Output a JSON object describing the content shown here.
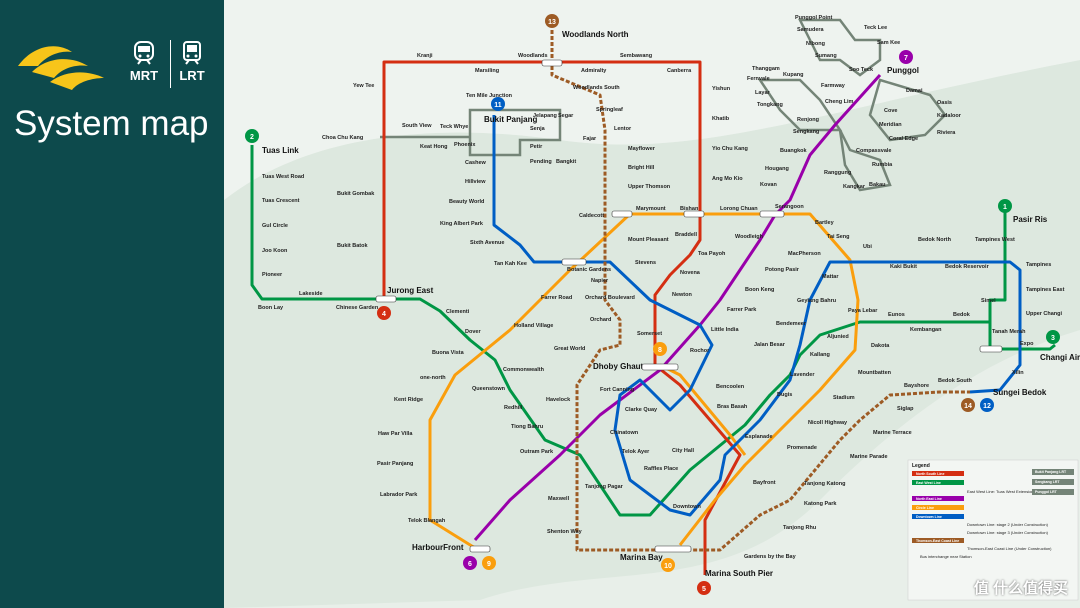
{
  "header": {
    "title": "System map",
    "modes": [
      "MRT",
      "LRT"
    ]
  },
  "colors": {
    "sidebar": "#0d4a4c",
    "map_background": "#e8efe9",
    "logo_yellow": "#f7c51a",
    "north_south": "#d42e12",
    "east_west": "#009645",
    "north_east": "#9900aa",
    "circle": "#fa9e0d",
    "downtown": "#005ec4",
    "thomson_east_coast": "#9d5b25",
    "lrt": "#748477"
  },
  "line_numbers": [
    {
      "n": "1",
      "color": "#009645"
    },
    {
      "n": "2",
      "color": "#009645"
    },
    {
      "n": "3",
      "color": "#009645"
    },
    {
      "n": "4",
      "color": "#d42e12"
    },
    {
      "n": "5",
      "color": "#d42e12"
    },
    {
      "n": "6",
      "color": "#9900aa"
    },
    {
      "n": "7",
      "color": "#9900aa"
    },
    {
      "n": "8",
      "color": "#fa9e0d"
    },
    {
      "n": "9",
      "color": "#fa9e0d"
    },
    {
      "n": "10",
      "color": "#fa9e0d"
    },
    {
      "n": "11",
      "color": "#005ec4"
    },
    {
      "n": "12",
      "color": "#005ec4"
    },
    {
      "n": "13",
      "color": "#9d5b25"
    },
    {
      "n": "14",
      "color": "#9d5b25"
    }
  ],
  "stations": [
    {
      "name": "Tuas Link",
      "size": "big"
    },
    {
      "name": "Tuas West Road"
    },
    {
      "name": "Tuas Crescent"
    },
    {
      "name": "Gul Circle"
    },
    {
      "name": "Joo Koon"
    },
    {
      "name": "Pioneer"
    },
    {
      "name": "Boon Lay"
    },
    {
      "name": "Lakeside"
    },
    {
      "name": "Chinese Garden"
    },
    {
      "name": "Jurong East",
      "size": "big"
    },
    {
      "name": "Clementi"
    },
    {
      "name": "Dover"
    },
    {
      "name": "Buona Vista"
    },
    {
      "name": "Commonwealth"
    },
    {
      "name": "Queenstown"
    },
    {
      "name": "Redhill"
    },
    {
      "name": "Tiong Bahru"
    },
    {
      "name": "Outram Park"
    },
    {
      "name": "Tanjong Pagar"
    },
    {
      "name": "Raffles Place"
    },
    {
      "name": "City Hall"
    },
    {
      "name": "Bugis"
    },
    {
      "name": "Lavender"
    },
    {
      "name": "Kallang"
    },
    {
      "name": "Aljunied"
    },
    {
      "name": "Paya Lebar"
    },
    {
      "name": "Eunos"
    },
    {
      "name": "Kembangan"
    },
    {
      "name": "Bedok"
    },
    {
      "name": "Tanah Merah"
    },
    {
      "name": "Simei"
    },
    {
      "name": "Tampines"
    },
    {
      "name": "Pasir Ris",
      "size": "big"
    },
    {
      "name": "Expo"
    },
    {
      "name": "Changi Airport",
      "size": "big"
    },
    {
      "name": "Bukit Batok"
    },
    {
      "name": "Bukit Gombak"
    },
    {
      "name": "Choa Chu Kang"
    },
    {
      "name": "Yew Tee"
    },
    {
      "name": "Kranji"
    },
    {
      "name": "Marsiling"
    },
    {
      "name": "Woodlands"
    },
    {
      "name": "Admiralty"
    },
    {
      "name": "Sembawang"
    },
    {
      "name": "Canberra"
    },
    {
      "name": "Yishun"
    },
    {
      "name": "Khatib"
    },
    {
      "name": "Yio Chu Kang"
    },
    {
      "name": "Ang Mo Kio"
    },
    {
      "name": "Bishan"
    },
    {
      "name": "Braddell"
    },
    {
      "name": "Toa Payoh"
    },
    {
      "name": "Novena"
    },
    {
      "name": "Newton"
    },
    {
      "name": "Orchard"
    },
    {
      "name": "Somerset"
    },
    {
      "name": "Dhoby Ghaut",
      "size": "big"
    },
    {
      "name": "Marina Bay",
      "size": "big"
    },
    {
      "name": "Marina South Pier",
      "size": "big"
    },
    {
      "name": "HarbourFront",
      "size": "big"
    },
    {
      "name": "Outram Park"
    },
    {
      "name": "Chinatown"
    },
    {
      "name": "Clarke Quay"
    },
    {
      "name": "Little India"
    },
    {
      "name": "Farrer Park"
    },
    {
      "name": "Boon Keng"
    },
    {
      "name": "Potong Pasir"
    },
    {
      "name": "Woodleigh"
    },
    {
      "name": "Serangoon"
    },
    {
      "name": "Kovan"
    },
    {
      "name": "Hougang"
    },
    {
      "name": "Buangkok"
    },
    {
      "name": "Sengkang"
    },
    {
      "name": "Punggol",
      "size": "big"
    },
    {
      "name": "Bras Basah"
    },
    {
      "name": "Esplanade"
    },
    {
      "name": "Promenade"
    },
    {
      "name": "Nicoll Highway"
    },
    {
      "name": "Stadium"
    },
    {
      "name": "Mountbatten"
    },
    {
      "name": "Dakota"
    },
    {
      "name": "MacPherson"
    },
    {
      "name": "Tai Seng"
    },
    {
      "name": "Bartley"
    },
    {
      "name": "Lorong Chuan"
    },
    {
      "name": "Marymount"
    },
    {
      "name": "Caldecott"
    },
    {
      "name": "Botanic Gardens"
    },
    {
      "name": "Farrer Road"
    },
    {
      "name": "Holland Village"
    },
    {
      "name": "one-north"
    },
    {
      "name": "Kent Ridge"
    },
    {
      "name": "Haw Par Villa"
    },
    {
      "name": "Pasir Panjang"
    },
    {
      "name": "Labrador Park"
    },
    {
      "name": "Telok Blangah"
    },
    {
      "name": "Bayfront"
    },
    {
      "name": "Bukit Panjang",
      "size": "big"
    },
    {
      "name": "Cashew"
    },
    {
      "name": "Hillview"
    },
    {
      "name": "Beauty World"
    },
    {
      "name": "King Albert Park"
    },
    {
      "name": "Sixth Avenue"
    },
    {
      "name": "Tan Kah Kee"
    },
    {
      "name": "Stevens"
    },
    {
      "name": "Rochor"
    },
    {
      "name": "Downtown"
    },
    {
      "name": "Telok Ayer"
    },
    {
      "name": "Fort Canning"
    },
    {
      "name": "Bencoolen"
    },
    {
      "name": "Jalan Besar"
    },
    {
      "name": "Bendemeer"
    },
    {
      "name": "Geylang Bahru"
    },
    {
      "name": "Mattar"
    },
    {
      "name": "Ubi"
    },
    {
      "name": "Kaki Bukit"
    },
    {
      "name": "Bedok North"
    },
    {
      "name": "Bedok Reservoir"
    },
    {
      "name": "Tampines West"
    },
    {
      "name": "Tampines East"
    },
    {
      "name": "Upper Changi"
    },
    {
      "name": "Xilin"
    },
    {
      "name": "Sungei Bedok",
      "size": "big"
    },
    {
      "name": "Woodlands North",
      "size": "big"
    },
    {
      "name": "Woodlands South"
    },
    {
      "name": "Springleaf"
    },
    {
      "name": "Lentor"
    },
    {
      "name": "Mayflower"
    },
    {
      "name": "Bright Hill"
    },
    {
      "name": "Upper Thomson"
    },
    {
      "name": "Mount Pleasant"
    },
    {
      "name": "Napier"
    },
    {
      "name": "Orchard Boulevard"
    },
    {
      "name": "Great World"
    },
    {
      "name": "Havelock"
    },
    {
      "name": "Maxwell"
    },
    {
      "name": "Shenton Way"
    },
    {
      "name": "Gardens by the Bay"
    },
    {
      "name": "Tanjong Rhu"
    },
    {
      "name": "Katong Park"
    },
    {
      "name": "Tanjong Katong"
    },
    {
      "name": "Marine Parade"
    },
    {
      "name": "Marine Terrace"
    },
    {
      "name": "Siglap"
    },
    {
      "name": "Bayshore"
    },
    {
      "name": "Bedok South"
    },
    {
      "name": "South View"
    },
    {
      "name": "Keat Hong"
    },
    {
      "name": "Teck Whye"
    },
    {
      "name": "Phoenix"
    },
    {
      "name": "Ten Mile Junction"
    },
    {
      "name": "Senja"
    },
    {
      "name": "Jelapang"
    },
    {
      "name": "Segar"
    },
    {
      "name": "Fajar"
    },
    {
      "name": "Bangkit"
    },
    {
      "name": "Pending"
    },
    {
      "name": "Petir"
    },
    {
      "name": "Punggol Point"
    },
    {
      "name": "Samudera"
    },
    {
      "name": "Nibong"
    },
    {
      "name": "Sumang"
    },
    {
      "name": "Soo Teck"
    },
    {
      "name": "Teck Lee"
    },
    {
      "name": "Sam Kee"
    },
    {
      "name": "Damai"
    },
    {
      "name": "Oasis"
    },
    {
      "name": "Kadaloor"
    },
    {
      "name": "Riviera"
    },
    {
      "name": "Coral Edge"
    },
    {
      "name": "Meridian"
    },
    {
      "name": "Cove"
    },
    {
      "name": "Thanggam"
    },
    {
      "name": "Fernvale"
    },
    {
      "name": "Layar"
    },
    {
      "name": "Tongkang"
    },
    {
      "name": "Renjong"
    },
    {
      "name": "Kupang"
    },
    {
      "name": "Farmway"
    },
    {
      "name": "Cheng Lim"
    },
    {
      "name": "Compassvale"
    },
    {
      "name": "Rumbia"
    },
    {
      "name": "Bakau"
    },
    {
      "name": "Kangkar"
    },
    {
      "name": "Ranggung"
    }
  ],
  "legend": {
    "title": "Legend",
    "lines": [
      {
        "label": "North South Line",
        "color": "#d42e12"
      },
      {
        "label": "East West Line",
        "color": "#009645"
      },
      {
        "label": "North East Line",
        "color": "#9900aa"
      },
      {
        "label": "Circle Line",
        "color": "#fa9e0d"
      },
      {
        "label": "Downtown Line",
        "color": "#005ec4"
      },
      {
        "label": "Thomson-East Coast Line",
        "color": "#9d5b25"
      }
    ],
    "notes": [
      "East West Line: Tuas West Extension (Under Construction)",
      "Downtown Line: stage 2 (Under Construction)",
      "Downtown Line: stage 3 (Under Construction)",
      "Thomson-East Coast Line (Under Construction)",
      "Bus interchange near Station"
    ],
    "lrt": [
      "Bukit Panjang LRT",
      "Sengkang LRT",
      "Punggol LRT"
    ]
  },
  "watermark": "值 什么值得买"
}
